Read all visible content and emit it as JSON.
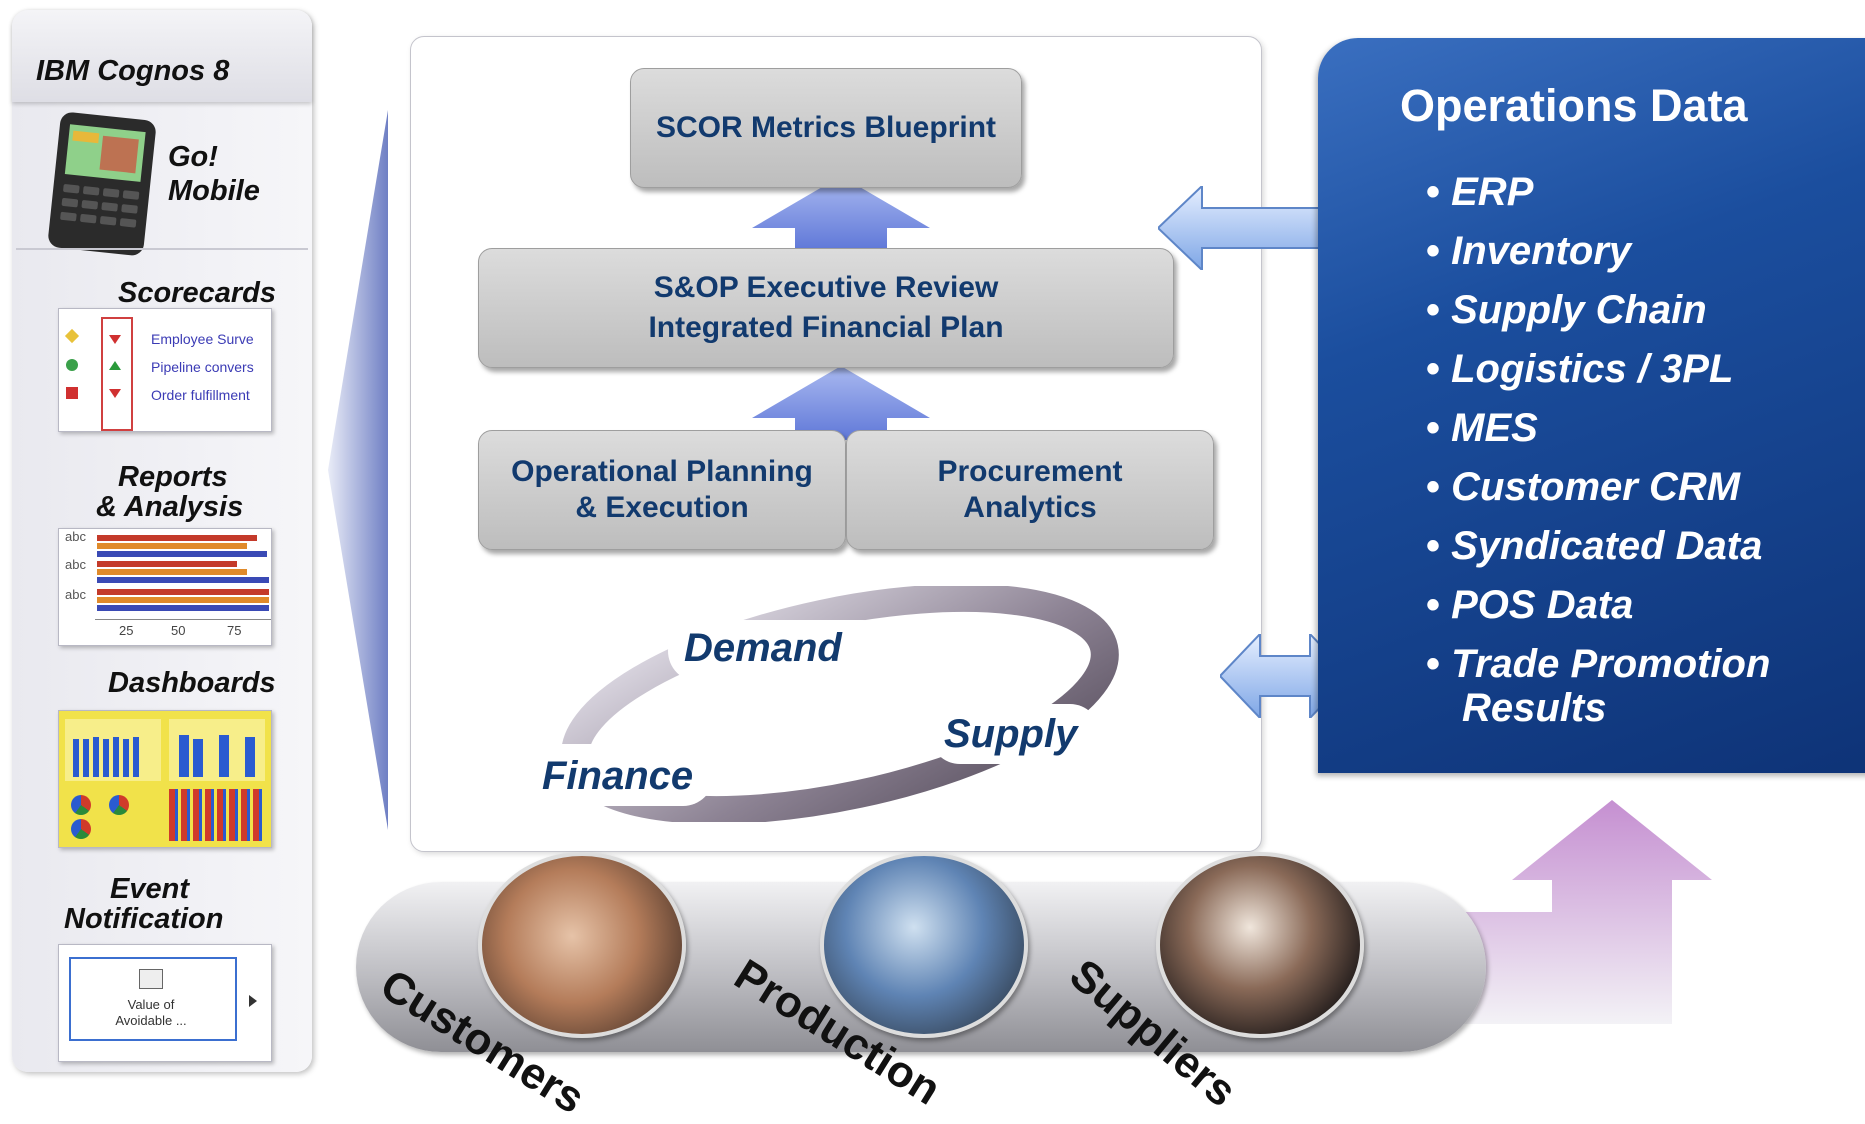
{
  "sidebar": {
    "title": "IBM Cognos 8",
    "mobile_label": [
      "Go!",
      "Mobile"
    ],
    "scorecards": {
      "label": "Scorecards",
      "rows": [
        "Employee Surve",
        "Pipeline convers",
        "Order fulfillment"
      ]
    },
    "reports": {
      "label": [
        "Reports",
        "& Analysis"
      ],
      "row_labels": [
        "abc",
        "abc",
        "abc"
      ],
      "ticks": [
        "25",
        "50",
        "75"
      ]
    },
    "dashboards": {
      "label": "Dashboards"
    },
    "event": {
      "label": [
        "Event",
        "Notification"
      ],
      "card_text": [
        "Value of",
        "Avoidable ..."
      ]
    }
  },
  "center": {
    "scor": "SCOR Metrics Blueprint",
    "sop": [
      "S&OP Executive Review",
      "Integrated Financial Plan"
    ],
    "operational": [
      "Operational Planning",
      "& Execution"
    ],
    "procurement": [
      "Procurement",
      "Analytics"
    ],
    "cycle": {
      "demand": "Demand",
      "supply": "Supply",
      "finance": "Finance"
    }
  },
  "operations": {
    "title": "Operations Data",
    "items": [
      "ERP",
      "Inventory",
      "Supply Chain",
      "Logistics / 3PL",
      "MES",
      "Customer CRM",
      "Syndicated Data",
      "POS Data",
      "Trade Promotion"
    ],
    "last_item_continuation": "Results"
  },
  "bottom": {
    "labels": [
      "Customers",
      "Production",
      "Suppliers"
    ]
  },
  "colors": {
    "ops_blue": "#1b4e9e",
    "box_text": "#123a6e",
    "arrow_blue": "#7f96e0",
    "arrow_purple": "#c58fd1"
  }
}
